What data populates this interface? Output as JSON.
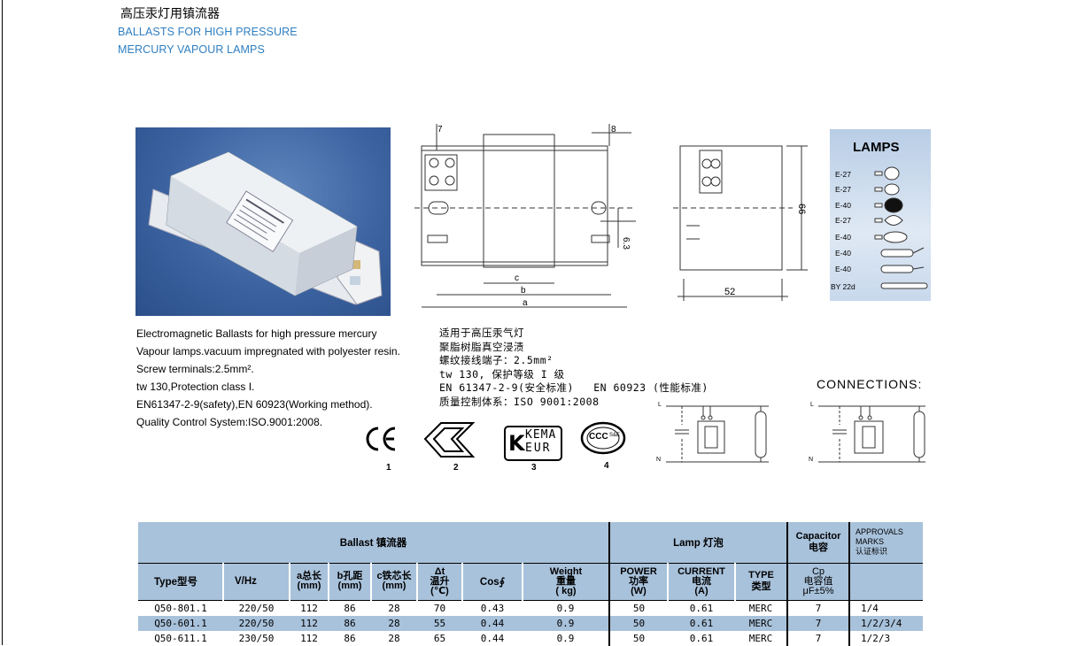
{
  "header": {
    "title_cn": "高压汞灯用镇流器",
    "title_en_line1": "BALLASTS FOR HIGH PRESSURE",
    "title_en_line2": "MERCURY VAPOUR LAMPS"
  },
  "description_en": [
    "Electromagnetic Ballasts for high pressure mercury",
    "Vapour lamps.vacuum impregnated with polyester resin.",
    "Screw terminals:2.5mm².",
    "tw 130,Protection class I.",
    "EN61347-2-9(safety),EN 60923(Working method).",
    "Quality Control System:ISO.9001:2008."
  ],
  "description_cn": [
    "适用于高压汞气灯",
    "聚脂树脂真空浸渍",
    "螺纹接线端子：2.5mm²",
    "tw 130, 保护等级 I 级",
    "EN 61347-2-9(安全标准)   EN 60923 (性能标准)",
    "质量控制体系：ISO 9001:2008"
  ],
  "approval_marks": [
    {
      "number": "1",
      "icon": "ce-mark-icon"
    },
    {
      "number": "2",
      "icon": "enec-mark-icon"
    },
    {
      "number": "3",
      "icon": "kema-keur-mark-icon",
      "text_top": "KEMA",
      "text_bottom": "EUR",
      "text_k": "K"
    },
    {
      "number": "4",
      "icon": "ccc-mark-icon",
      "text": "CCC",
      "sub": "S&E"
    }
  ],
  "drawing": {
    "dims": {
      "a": "a",
      "b": "b",
      "c": "c",
      "seven": "7",
      "eight": "8",
      "height": "66",
      "hole": "6.3",
      "width": "52"
    }
  },
  "lamps": {
    "title": "LAMPS",
    "items": [
      "E-27",
      "E-27",
      "E-40",
      "E-27",
      "E-40",
      "E-40",
      "E-40",
      "BY 22d"
    ]
  },
  "connections": {
    "title": "CONNECTIONS:",
    "labels": {
      "line": "L",
      "neutral": "N"
    }
  },
  "table": {
    "group_ballast": "Ballast  镇流器",
    "group_lamp": "Lamp 灯泡",
    "group_capacitor": "Capacitor\n电容",
    "group_approvals": "APPROVALS\nMARKS\n认证标识",
    "columns": {
      "type": "Type型号",
      "vhz": "V/Hz",
      "a": "a总长\n(mm)",
      "b": "b孔距\n(mm)",
      "c": "c铁芯长\n(mm)",
      "dt": "Δt\n温升\n(℃)",
      "cos": "Cos∮",
      "weight": "Weight\n重量\n( kg)",
      "power": "POWER\n功率\n(W)",
      "current": "CURRENT\n电流\n(A)",
      "lamptype": "TYPE\n类型",
      "cp": "Cp\n电容值\nμF±5%"
    },
    "rows": [
      {
        "type": "Q50-801.1",
        "vhz": "220/50",
        "a": "112",
        "b": "86",
        "c": "28",
        "dt": "70",
        "cos": "0.43",
        "weight": "0.9",
        "power": "50",
        "current": "0.61",
        "lamptype": "MERC",
        "cp": "7",
        "approvals": "1/4"
      },
      {
        "type": "Q50-601.1",
        "vhz": "220/50",
        "a": "112",
        "b": "86",
        "c": "28",
        "dt": "55",
        "cos": "0.44",
        "weight": "0.9",
        "power": "50",
        "current": "0.61",
        "lamptype": "MERC",
        "cp": "7",
        "approvals": "1/2/3/4"
      },
      {
        "type": "Q50-611.1",
        "vhz": "230/50",
        "a": "112",
        "b": "86",
        "c": "28",
        "dt": "65",
        "cos": "0.44",
        "weight": "0.9",
        "power": "50",
        "current": "0.61",
        "lamptype": "MERC",
        "cp": "7",
        "approvals": "1/2/3"
      }
    ]
  }
}
